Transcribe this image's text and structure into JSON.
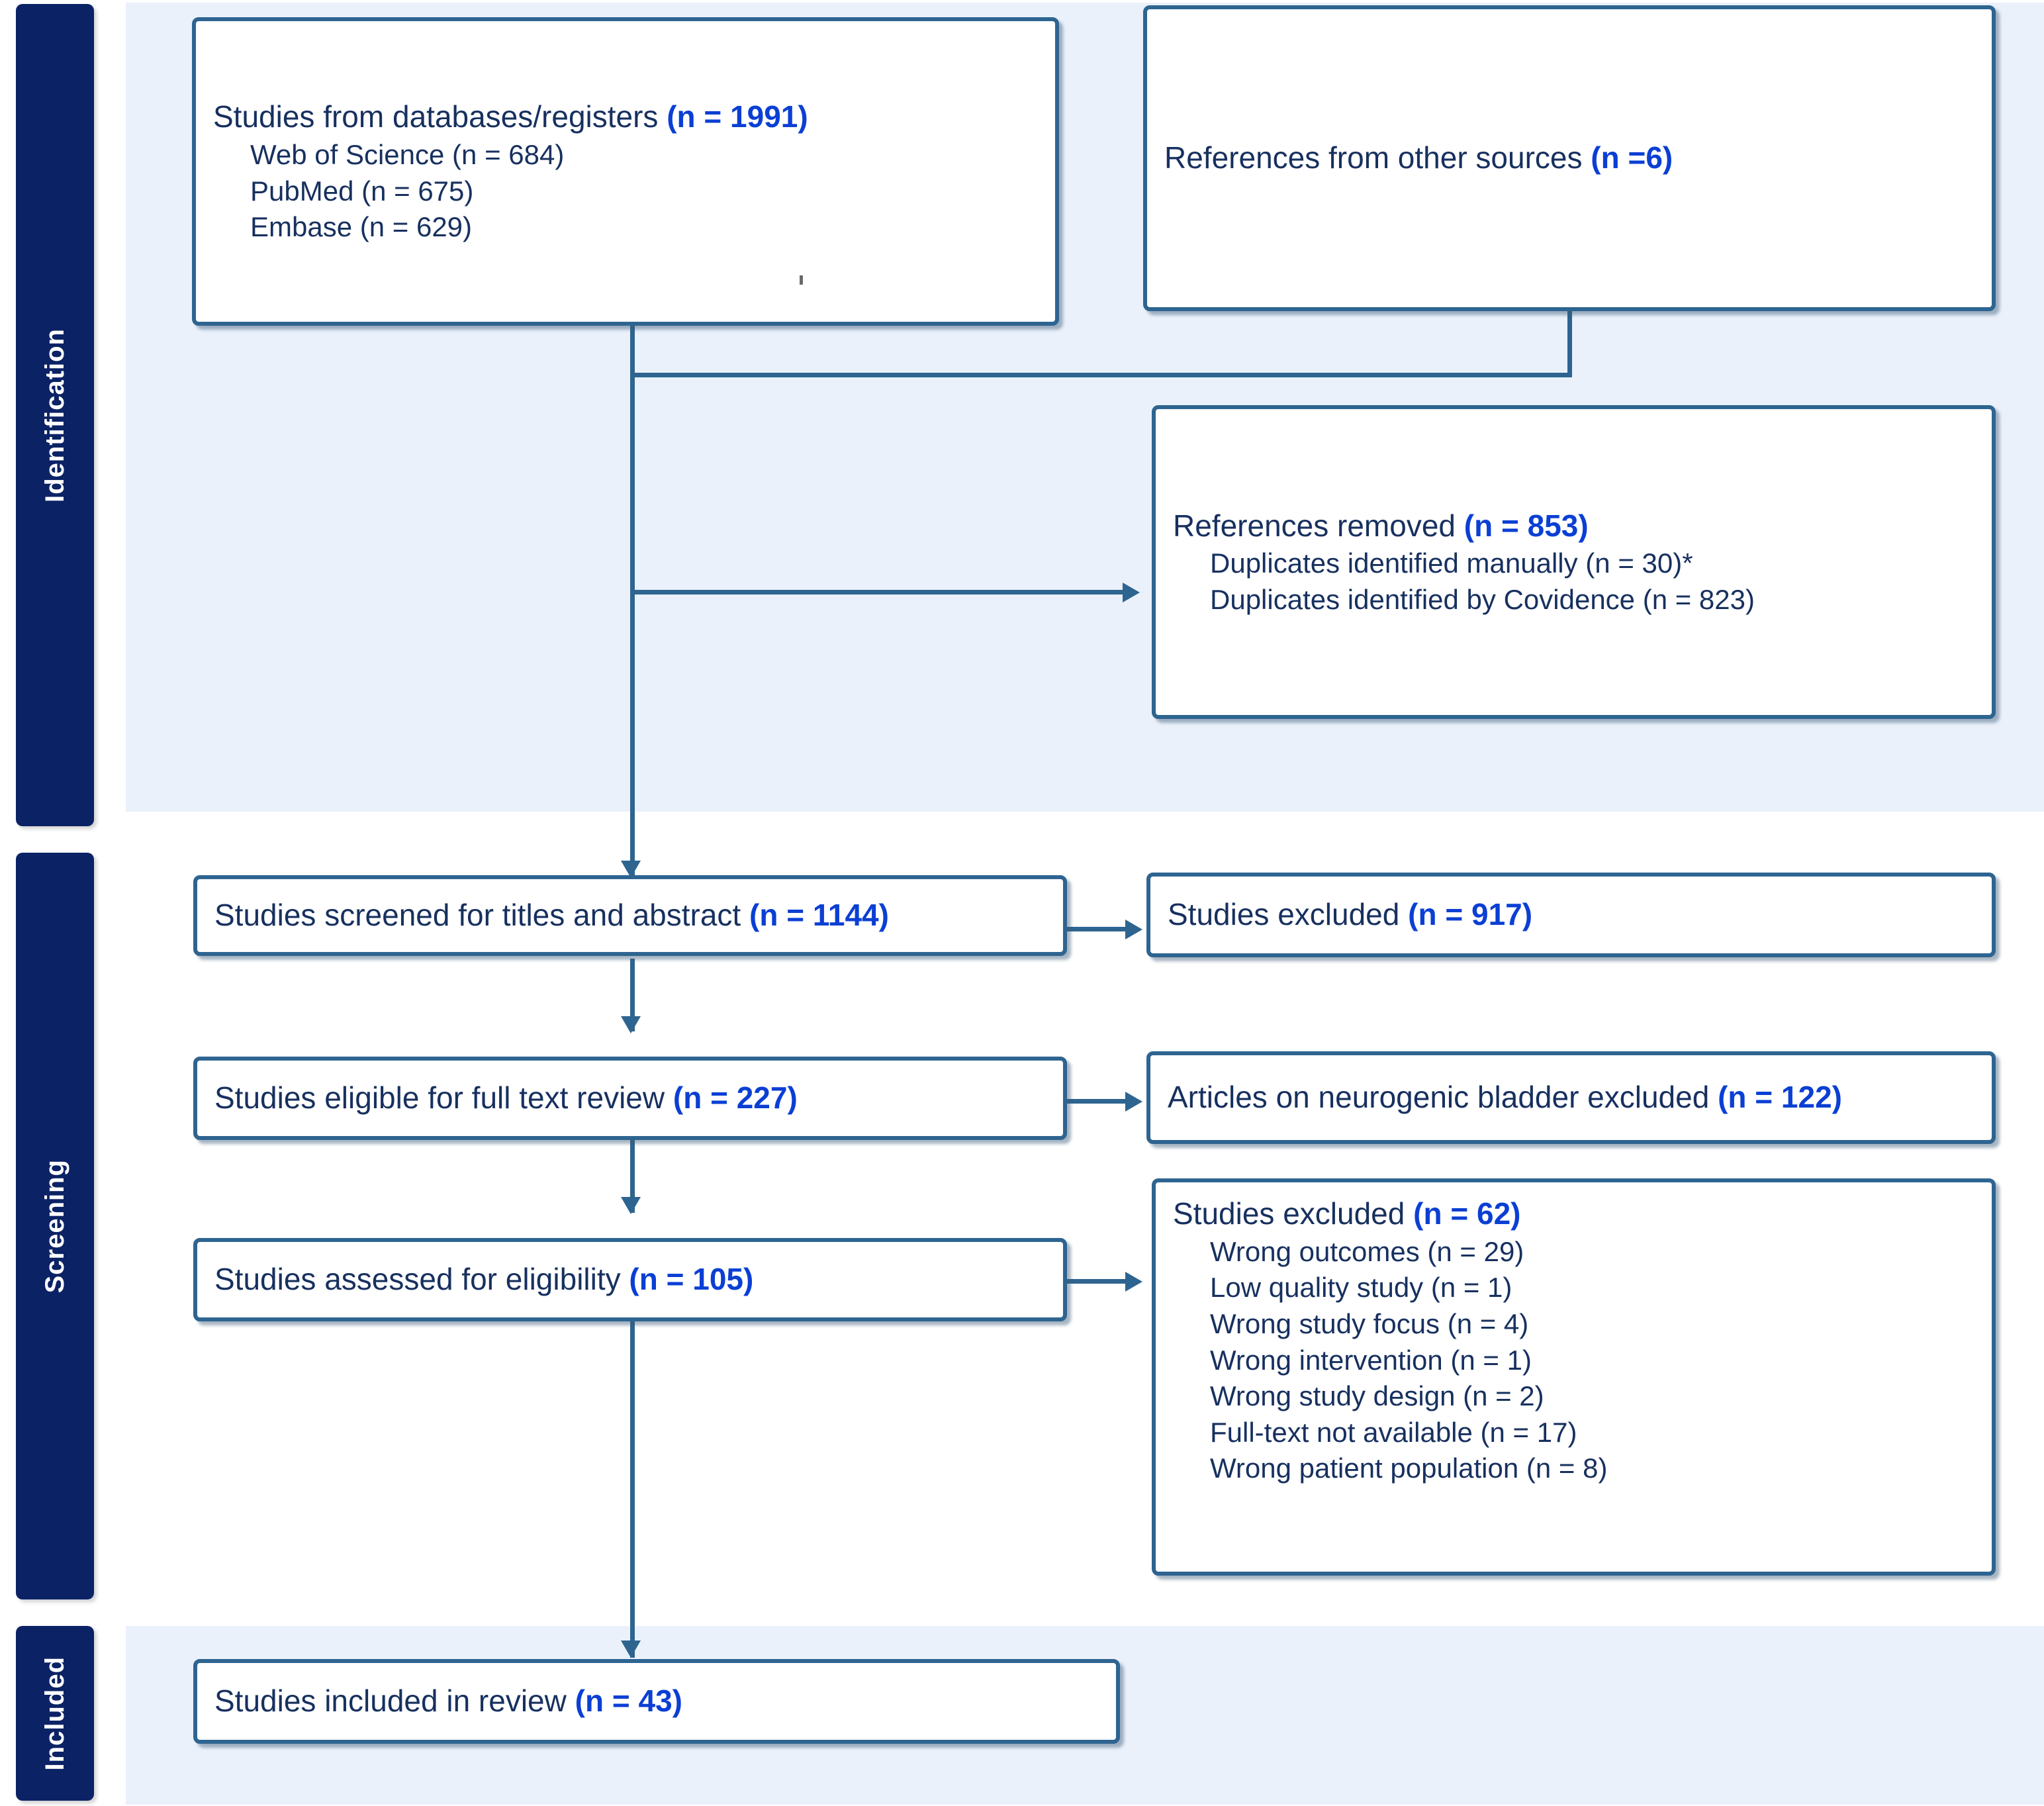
{
  "diagram": {
    "type": "PRISMA flow diagram",
    "colors": {
      "band_navy": "#0b2265",
      "panel_light_blue": "#eaf1fb",
      "box_border": "#2e6490",
      "text_navy": "#17305f",
      "count_blue": "#0b3fd4"
    }
  },
  "phases": [
    {
      "id": "identification",
      "label": "Identification"
    },
    {
      "id": "screening",
      "label": "Screening"
    },
    {
      "id": "included",
      "label": "Included"
    }
  ],
  "boxes": {
    "databases": {
      "head_text": "Studies from databases/registers ",
      "head_count": "(n = 1991)",
      "subs": [
        "Web of Science (n = 684)",
        "PubMed (n = 675)",
        "Embase (n = 629)"
      ]
    },
    "other_sources": {
      "head_text": "References from other sources ",
      "head_count": "(n =6)",
      "subs": []
    },
    "references_removed": {
      "head_text": "References removed ",
      "head_count": "(n = 853)",
      "subs": [
        "Duplicates identified manually (n = 30)*",
        "Duplicates identified by Covidence (n = 823)"
      ]
    },
    "screened": {
      "head_text": "Studies screened for titles and abstract ",
      "head_count": "(n = 1144)",
      "subs": []
    },
    "screened_excluded": {
      "head_text": "Studies excluded ",
      "head_count": "(n = 917)",
      "subs": []
    },
    "eligible_fulltext": {
      "head_text": "Studies eligible for full text review ",
      "head_count": "(n = 227)",
      "subs": []
    },
    "neurogenic_excluded": {
      "head_text": "Articles on neurogenic bladder excluded ",
      "head_count": "(n = 122)",
      "subs": []
    },
    "assessed_eligibility": {
      "head_text": "Studies assessed for eligibility ",
      "head_count": "(n = 105)",
      "subs": []
    },
    "fulltext_excluded": {
      "head_text": "Studies excluded ",
      "head_count": "(n = 62)",
      "subs": [
        "Wrong outcomes (n = 29)",
        "Low quality study (n = 1)",
        "Wrong study focus (n = 4)",
        "Wrong intervention (n = 1)",
        "Wrong study design (n = 2)",
        "Full-text not available (n = 17)",
        "Wrong patient population (n = 8)"
      ]
    },
    "included_review": {
      "head_text": "Studies included in review ",
      "head_count": "(n = 43)",
      "subs": []
    }
  }
}
